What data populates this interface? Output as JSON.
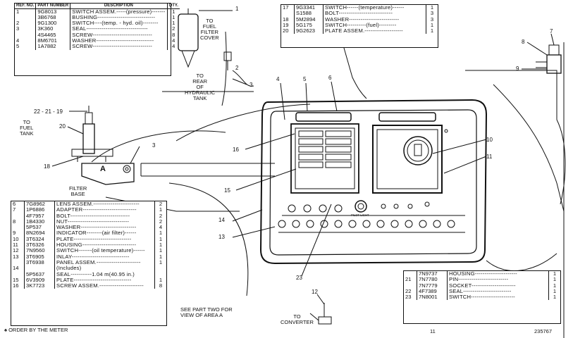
{
  "table_top_left": {
    "headers": [
      "REF. NO.",
      "PART NUMBER",
      "DESCRIPTION",
      "QTY."
    ],
    "rows": [
      {
        "ref": "1",
        "part": "9G8013",
        "desc": "SWITCH ASSEM.-----(pressure)-------",
        "qty": "1"
      },
      {
        "ref": "",
        "part": "3B6768",
        "desc": "BUSHING------------------------------",
        "qty": "1"
      },
      {
        "ref": "2",
        "part": "9G1300",
        "desc": "SWITCH----(temp. - hyd. oil)--------",
        "qty": "1"
      },
      {
        "ref": "3",
        "part": "3K360",
        "desc": "SEAL--------------------------------",
        "qty": "2"
      },
      {
        "ref": "",
        "part": "4S4465",
        "desc": "SCREW-------------------------------",
        "qty": "8"
      },
      {
        "ref": "4",
        "part": "8M6701",
        "desc": "WASHER------------------------------",
        "qty": "4"
      },
      {
        "ref": "5",
        "part": "1A7882",
        "desc": "SCREW-------------------------------",
        "qty": "4"
      }
    ]
  },
  "table_top_center": {
    "rows": [
      {
        "ref": "17",
        "part": "9G3341",
        "desc": "SWITCH------(temperature)------",
        "qty": "1"
      },
      {
        "ref": "",
        "part": "S1588",
        "desc": "BOLT----------------------------",
        "qty": "3"
      },
      {
        "ref": "18",
        "part": "5M2894",
        "desc": "WASHER--------------------------",
        "qty": "3"
      },
      {
        "ref": "19",
        "part": "5G175",
        "desc": "SWITCH----------(fuel)---------",
        "qty": "1"
      },
      {
        "ref": "20",
        "part": "9G2623",
        "desc": "PLATE ASSEM.--------------------",
        "qty": "1"
      }
    ]
  },
  "table_bottom_left": {
    "rows": [
      {
        "ref": "6",
        "part": "7G8962",
        "desc": "LENS ASSEM.------------------------",
        "qty": "2"
      },
      {
        "ref": "7",
        "part": "1P6886",
        "desc": "ADAPTER----------------------------",
        "qty": "1"
      },
      {
        "ref": "",
        "part": "4F7957",
        "desc": "BOLT-------------------------------",
        "qty": "2"
      },
      {
        "ref": "8",
        "part": "1B4330",
        "desc": "NUT--------------------------------",
        "qty": "2"
      },
      {
        "ref": "",
        "part": "5P537",
        "desc": "WASHER-----------------------------",
        "qty": "4"
      },
      {
        "ref": "9",
        "part": "8N2694",
        "desc": "INDICATOR--------(air filter)------",
        "qty": "1"
      },
      {
        "ref": "10",
        "part": "3T6324",
        "desc": "PLATE------------------------------",
        "qty": "1"
      },
      {
        "ref": "11",
        "part": "3T6326",
        "desc": "HOUSING----------------------------",
        "qty": "1"
      },
      {
        "ref": "12",
        "part": "7N9560",
        "desc": "SWITCH-------(oil temperature)------",
        "qty": "1"
      },
      {
        "ref": "13",
        "part": "3T6905",
        "desc": "INLAY------------------------------",
        "qty": "1"
      },
      {
        "ref": "",
        "part": "3T6938",
        "desc": "PANEL ASSEM.-----------------------",
        "qty": "1"
      },
      {
        "ref": "14",
        "part": "",
        "desc": "(Includes)",
        "qty": ""
      },
      {
        "ref": "",
        "part": "5P5637",
        "desc": "SEAL-----------1.04 m(40.95 in.)",
        "qty": ""
      },
      {
        "ref": "15",
        "part": "6V3909",
        "desc": "PLATE------------------------------",
        "qty": "1"
      },
      {
        "ref": "16",
        "part": "3K7723",
        "desc": "SCREW ASSEM.-----------------------",
        "qty": "8"
      }
    ]
  },
  "table_bottom_right": {
    "rows": [
      {
        "ref": "",
        "part": "7N9737",
        "desc": "HOUSING----------------------",
        "qty": "1"
      },
      {
        "ref": "21",
        "part": "7N7780",
        "desc": "PIN--------------------------",
        "qty": "1"
      },
      {
        "ref": "",
        "part": "7N7779",
        "desc": "SOCKET-----------------------",
        "qty": "1"
      },
      {
        "ref": "22",
        "part": "4F7389",
        "desc": "SEAL-------------------------",
        "qty": "1"
      },
      {
        "ref": "23",
        "part": "7N8001",
        "desc": "SWITCH-----------------------",
        "qty": "1"
      }
    ]
  },
  "labels": {
    "fuel_filter_cover": "TO\nFUEL\nFILTER\nCOVER",
    "rear_hydraulic_tank": "TO\nREAR\nOF\nHYDRAULIC\nTANK",
    "fuel_tank": "TO\nFUEL\nTANK",
    "filter_base": "FILTER\nBASE",
    "view_area_a": "SEE PART TWO FOR\nVIEW OF AREA A",
    "converter": "TO\nCONVERTER",
    "area_a": "A",
    "pilot_light": "PILOT LIGHT",
    "footnote_symbol": "♠",
    "footnote": "ORDER BY THE METER",
    "drawing_number": "235767",
    "page_mark": "11"
  },
  "callouts": {
    "c1": "1",
    "c2": "2",
    "c3": "3",
    "c3b": "3",
    "c4": "4",
    "c5": "5",
    "c6": "6",
    "c7": "7",
    "c8": "8",
    "c9": "9",
    "c10": "10",
    "c11": "11",
    "c12": "12",
    "c13": "13",
    "c14": "14",
    "c15": "15",
    "c16": "16",
    "c18": "18",
    "c20": "20",
    "c22": "22 - 21 - 19",
    "c23": "23"
  }
}
